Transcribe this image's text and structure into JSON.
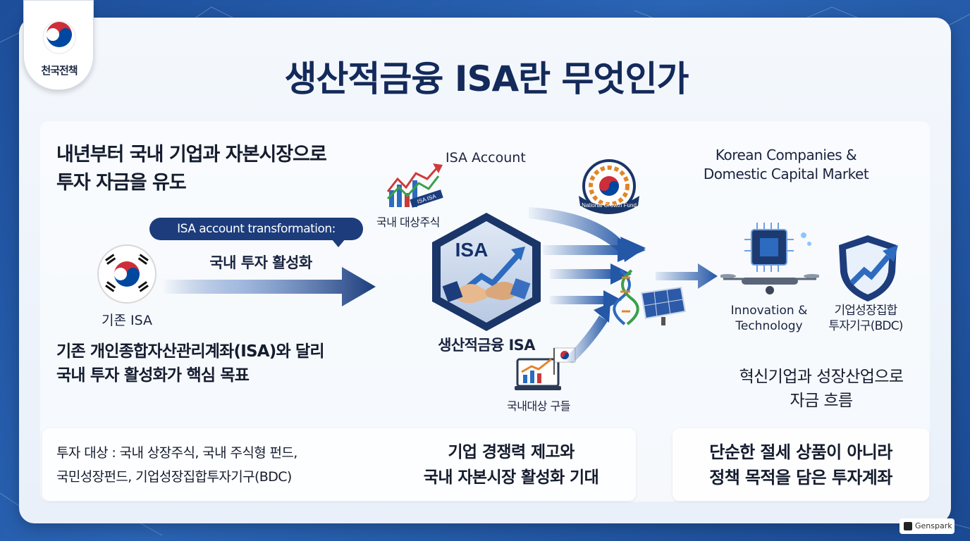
{
  "header": {
    "emblem_label": "천국전책",
    "title": "생산적금융 ISA란 무엇인가"
  },
  "left": {
    "intro_lines": [
      "내년부터 국내 기업과 자본시장으로",
      "투자 자금을 유도"
    ],
    "pill_text": "ISA account transformation:",
    "activate_text": "국내 투자 활성화",
    "old_isa_label": "기존 ISA",
    "diff_lines": [
      "기존 개인종합자산관리계좌(ISA)와 달리",
      "국내 투자 활성화가 핵심 목표"
    ],
    "targets_lines": [
      "투자 대상 : 국내 상장주식, 국내 주식형 펀드,",
      "국민성장펀드, 기업성장집합투자기구(BDC)"
    ],
    "expect_lines": [
      "기업 경쟁력 제고와",
      "국내 자본시장 활성화 기대"
    ]
  },
  "center": {
    "isa_account_label": "ISA Account",
    "domestic_stocks_label": "국내 대상주식",
    "chart_icon_text": "ISA ISA",
    "badge_text": "ISA",
    "product_label": "생산적금융 ISA",
    "domestic_funds_label": "국내대상 구들",
    "growth_fund_text": "National Growth Fund"
  },
  "right": {
    "korean_lines": [
      "Korean Companies &",
      "Domestic Capital Market"
    ],
    "innov_lines": [
      "Innovation &",
      "Technology"
    ],
    "bdc_lines": [
      "기업성장집합",
      "투자기구(BDC)"
    ],
    "flow_lines": [
      "혁신기업과 성장산업으로",
      "자금 흐름"
    ],
    "policy_lines": [
      "단순한 절세 상품이 아니라",
      "정책 목적을 담은 투자계좌"
    ]
  },
  "footer": {
    "watermark": "Genspark"
  },
  "colors": {
    "navy": "#132a5a",
    "arrow_blue": "#2457a6",
    "flag_red": "#cd2e3a",
    "flag_blue": "#0047a0",
    "background": "#1d4e9a"
  }
}
